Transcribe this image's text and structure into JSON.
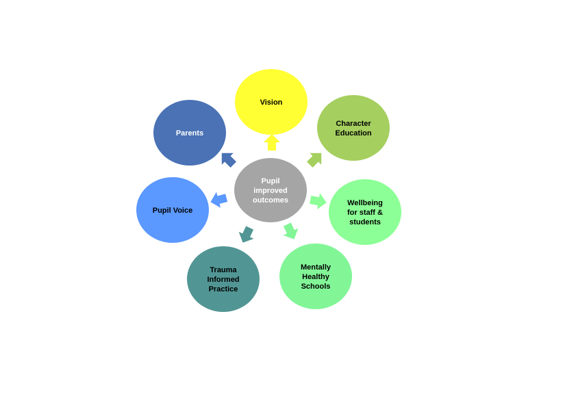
{
  "center": {
    "lines": [
      "Pupil",
      "improved",
      "outcomes"
    ],
    "color": "#a5a5a5",
    "text_color": "#ffffff"
  },
  "nodes": [
    {
      "id": "vision",
      "lines": [
        "Vision"
      ],
      "color": "#ffff33",
      "text_color": "#000000"
    },
    {
      "id": "character-education",
      "lines": [
        "Character",
        "Education"
      ],
      "color": "#a5cf5f",
      "text_color": "#000000"
    },
    {
      "id": "wellbeing",
      "lines": [
        "Wellbeing",
        "for staff &",
        "students"
      ],
      "color": "#8cff96",
      "text_color": "#000000"
    },
    {
      "id": "mentally-healthy-schools",
      "lines": [
        "Mentally",
        "Healthy",
        "Schools"
      ],
      "color": "#82f597",
      "text_color": "#000000"
    },
    {
      "id": "trauma-informed-practice",
      "lines": [
        "Trauma",
        "Informed",
        "Practice"
      ],
      "color": "#519694",
      "text_color": "#000000"
    },
    {
      "id": "pupil-voice",
      "lines": [
        "Pupil Voice"
      ],
      "color": "#5b98ff",
      "text_color": "#000000"
    },
    {
      "id": "parents",
      "lines": [
        "Parents"
      ],
      "color": "#4a72b5",
      "text_color": "#ffffff"
    }
  ]
}
